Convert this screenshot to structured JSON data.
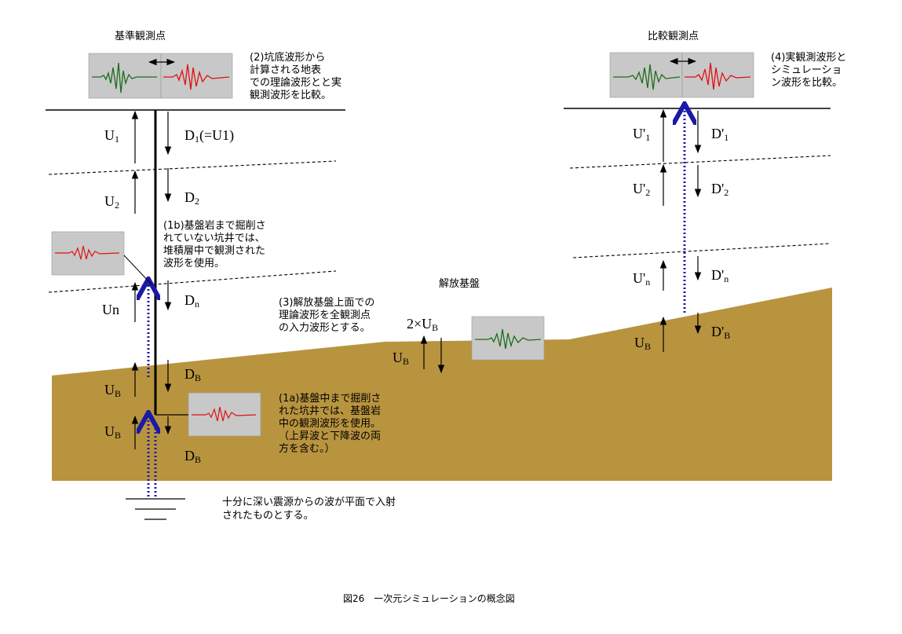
{
  "colors": {
    "ground": "#b9943f",
    "inset_bg": "#c8c8c8",
    "wave_green": "#1a6e1a",
    "wave_red": "#e01010",
    "blue_path": "#1a1aa6"
  },
  "titles": {
    "reference_station": "基準観測点",
    "comparison_station": "比較観測点",
    "bedrock": "解放基盤"
  },
  "notes": {
    "n2": [
      "(2)坑底波形から",
      "計算される地表",
      "での理論波形とと実",
      "観測波形を比較。"
    ],
    "n4": [
      "(4)実観測波形と",
      "シミュレーショ",
      "ン波形を比較。"
    ],
    "n1b": [
      "(1b)基盤岩まで掘削さ",
      "れていない坑井では、",
      "堆積層中で観測された",
      "波形を使用。"
    ],
    "n3": [
      "(3)解放基盤上面での",
      "理論波形を全観測点",
      "の入力波形とする。"
    ],
    "n1a": [
      "(1a)基盤中まで掘削さ",
      "れた坑井では、基盤岩",
      "中の観測波形を使用。",
      "（上昇波と下降波の両",
      "方を含む。）"
    ],
    "source": [
      "十分に深い震源からの波が平面で入射",
      "されたものとする。"
    ]
  },
  "symbols": {
    "U1": {
      "main": "U",
      "sub": "1"
    },
    "D1": {
      "main": "D",
      "sub": "1",
      "suffix": "(=U1)"
    },
    "U2": {
      "main": "U",
      "sub": "2"
    },
    "D2": {
      "main": "D",
      "sub": "2"
    },
    "Un": {
      "main": "Un",
      "sub": ""
    },
    "Dn": {
      "main": "D",
      "sub": "n"
    },
    "UB_left1": {
      "main": "U",
      "sub": "B"
    },
    "DB_left1": {
      "main": "D",
      "sub": "B"
    },
    "UB_left2": {
      "main": "U",
      "sub": "B"
    },
    "DB_left2": {
      "main": "D",
      "sub": "B"
    },
    "UB_mid": {
      "main": "U",
      "sub": "B"
    },
    "UB2_mid": {
      "main": "2×U",
      "sub": "B"
    },
    "U1p": {
      "main": "U'",
      "sub": "1"
    },
    "D1p": {
      "main": "D'",
      "sub": "1"
    },
    "U2p": {
      "main": "U'",
      "sub": "2"
    },
    "D2p": {
      "main": "D'",
      "sub": "2"
    },
    "Unp": {
      "main": "U'",
      "sub": "n"
    },
    "Dnp": {
      "main": "D'",
      "sub": "n"
    },
    "UBp": {
      "main": "U",
      "sub": "B"
    },
    "DBp": {
      "main": "D'",
      "sub": "B"
    }
  },
  "caption": "図26　一次元シミュレーションの概念図"
}
